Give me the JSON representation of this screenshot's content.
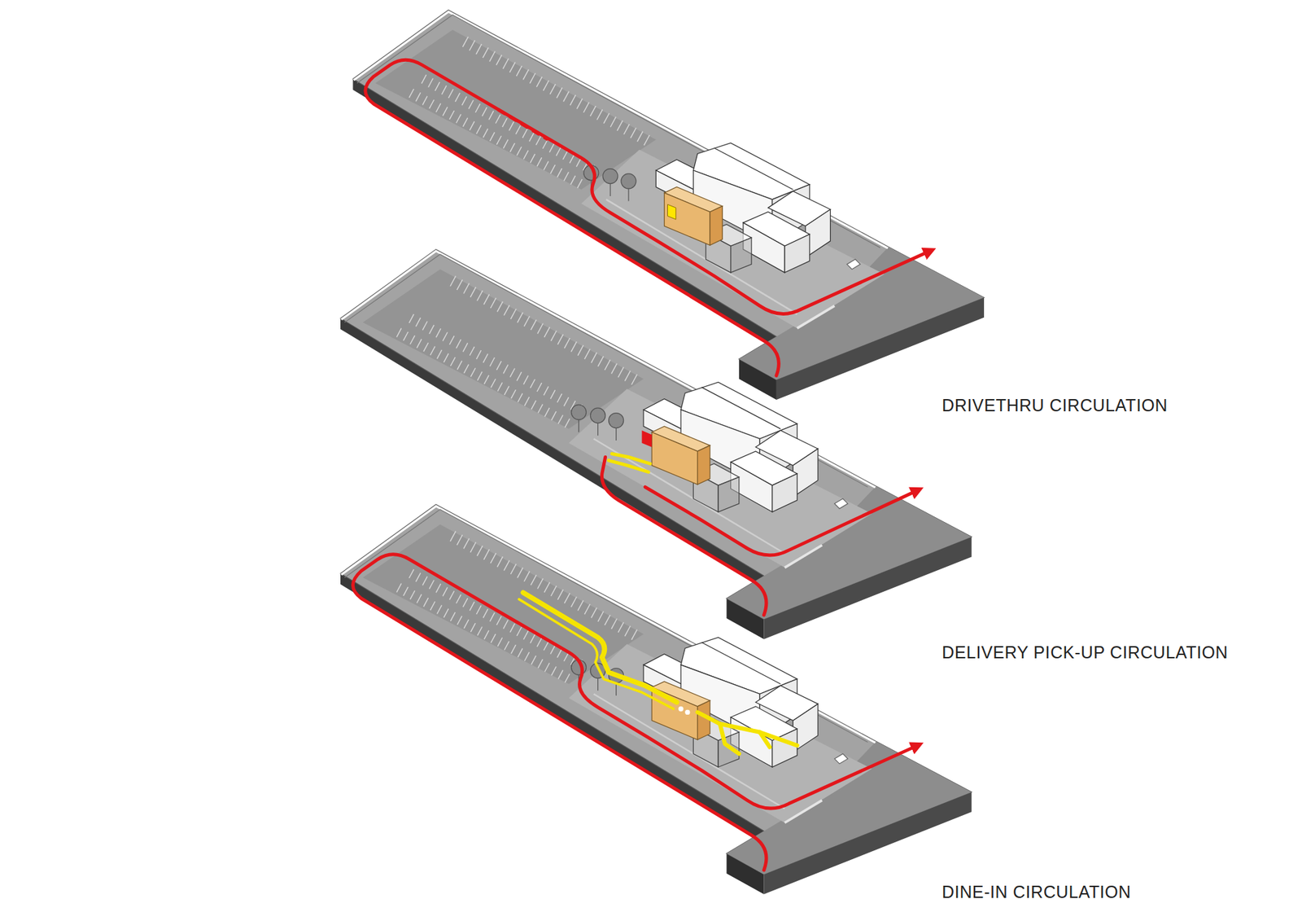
{
  "diagram": {
    "labels": [
      "DRIVETHRU CIRCULATION",
      "DELIVERY PICK-UP CIRCULATION",
      "DINE-IN CIRCULATION"
    ]
  }
}
